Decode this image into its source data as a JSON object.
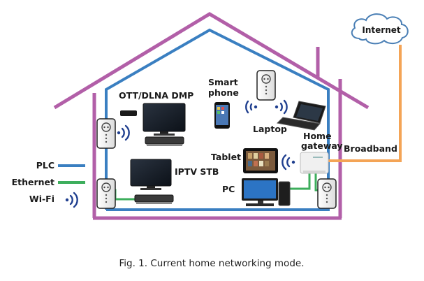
{
  "cloud": {
    "label": "Internet"
  },
  "labels": {
    "ott": "OTT/DLNA DMP",
    "smartphone_line1": "Smart",
    "smartphone_line2": "phone",
    "laptop": "Laptop",
    "home_gateway_line1": "Home",
    "home_gateway_line2": "gateway",
    "broadband": "Broadband",
    "tablet": "Tablet",
    "iptv": "IPTV STB",
    "pc": "PC"
  },
  "legend": [
    {
      "label": "PLC",
      "type": "line",
      "color": "#3a7fc1"
    },
    {
      "label": "Ethernet",
      "type": "line",
      "color": "#3dae5c"
    },
    {
      "label": "Wi-Fi",
      "type": "wifi",
      "color": "#1f3f8f"
    }
  ],
  "colors": {
    "house": "#b25fa8",
    "plc": "#3a7fc1",
    "ethernet": "#3dae5c",
    "broadband": "#f4a456",
    "wifi": "#1f3f8f"
  },
  "caption": "Fig. 1. Current home networking mode."
}
